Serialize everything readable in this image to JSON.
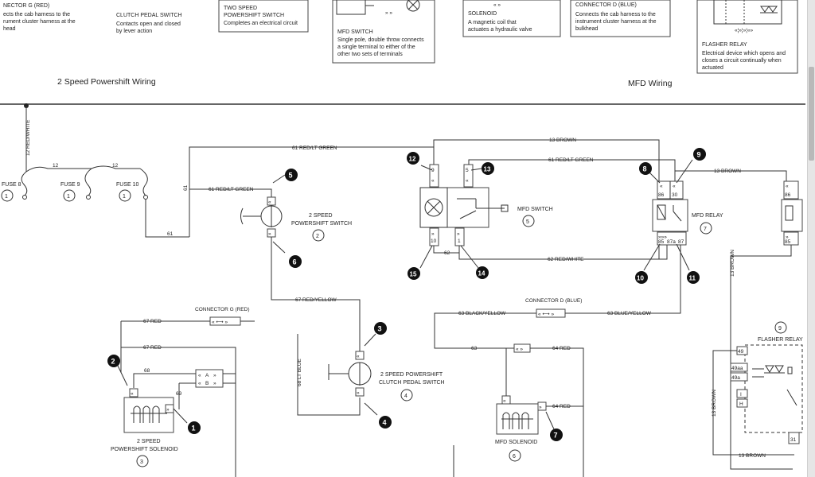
{
  "sections": {
    "left_title": "2 Speed Powershift Wiring",
    "right_title": "MFD Wiring"
  },
  "legend": {
    "connector_g_title": "NECTOR G (RED)",
    "connector_g_desc": [
      "ects the cab harness to the",
      "rument cluster harness at the",
      "head"
    ],
    "clutch_title": "CLUTCH PEDAL SWITCH",
    "clutch_desc": [
      "Contacts open and closed",
      "by lever action"
    ],
    "two_speed_title": [
      "TWO SPEED",
      "POWERSHIFT SWITCH"
    ],
    "two_speed_desc": "Completes an electrical circuit",
    "mfd_switch_title": "MFD SWITCH",
    "mfd_switch_desc": [
      "Single pole, double throw connects",
      "a single terminal to either of the",
      "other two sets of terminals"
    ],
    "solenoid_title": "SOLENOID",
    "solenoid_desc": [
      "A magnetic coil that",
      "actuates a hydraulic valve"
    ],
    "connector_d_title": "CONNECTOR D (BLUE)",
    "connector_d_desc": [
      "Connects the cab harness to the",
      "instrument cluster harness at the",
      "bulkhead"
    ],
    "flasher_title": "FLASHER RELAY",
    "flasher_desc": [
      "Electrical device which opens and",
      "closes a circuit continually when",
      "actuated"
    ]
  },
  "wires": {
    "w12_red_white": "12 RED/WHITE",
    "w12a": "12",
    "w12b": "12",
    "w61_top": "61 RED/LT GREEN",
    "w61_mid": "61 RED/LT GREEN",
    "w61_right": "61 RED/LT GREEN",
    "w61_v": "61",
    "w61_bottom": "61",
    "w13_brown_top": "13 BROWN",
    "w13_brown_right": "13 BROWN",
    "w13_brown_v": "13 BROWN",
    "w13_brown_v2": "13 BROWN",
    "w13_brown_bottom": "13 BROWN",
    "w62": "62",
    "w62_red_white": "62 RED/WHITE",
    "w67_red_yellow": "67 RED/YELLOW",
    "w67_red_a": "67 RED",
    "w67_red_b": "67 RED",
    "w68": "68",
    "w69": "69",
    "w68_lt_blue": "68 LT BLUE",
    "w63_black_yellow": "63 BLACK/YELLOW",
    "w63_blue_yellow": "63 BLUE/YELLOW",
    "w63": "63",
    "w64_red_a": "64 RED",
    "w64_red_b": "64 RED"
  },
  "components": {
    "fuse8": {
      "label": "FUSE 8",
      "num": "1"
    },
    "fuse9": {
      "label": "FUSE 9",
      "num": "1"
    },
    "fuse10": {
      "label": "FUSE 10",
      "num": "1"
    },
    "switch2": {
      "label": [
        "2 SPEED",
        "POWERSHIFT SWITCH"
      ],
      "num": "2"
    },
    "solenoid3": {
      "label": [
        "2 SPEED",
        "POWERSHIFT SOLENOID"
      ],
      "num": "3"
    },
    "clutch4": {
      "label": [
        "2 SPEED POWERSHIFT",
        "CLUTCH PEDAL SWITCH"
      ],
      "num": "4"
    },
    "mfdswitch5": {
      "label": "MFD SWITCH",
      "num": "5"
    },
    "mfdsol6": {
      "label": "MFD SOLENOID",
      "num": "6"
    },
    "mfdrelay7": {
      "label": "MFD RELAY",
      "num": "7"
    },
    "flasher9": {
      "label": "FLASHER RELAY",
      "num": "9"
    }
  },
  "connectors": {
    "g": "CONNECTOR G (RED)",
    "d": "CONNECTOR D (BLUE)",
    "pin_a": "A",
    "pin_b": "B"
  },
  "terminals": {
    "t9": "9",
    "t5": "5",
    "t10": "10",
    "t1": "1",
    "t86": "86",
    "t30": "30",
    "t85": "85",
    "t87a": "87a",
    "t87": "87",
    "t86r": "86",
    "t85r": "85",
    "t49": "49",
    "t49aa": "49aa",
    "t49a": "49a",
    "t_i": "I",
    "t_h": "H",
    "t31": "31"
  },
  "callouts": {
    "c1": "1",
    "c2": "2",
    "c3": "3",
    "c4": "4",
    "c5": "5",
    "c6": "6",
    "c7": "7",
    "c8": "8",
    "c9": "9",
    "c10": "10",
    "c11": "11",
    "c12": "12",
    "c13": "13",
    "c14": "14",
    "c15": "15"
  }
}
